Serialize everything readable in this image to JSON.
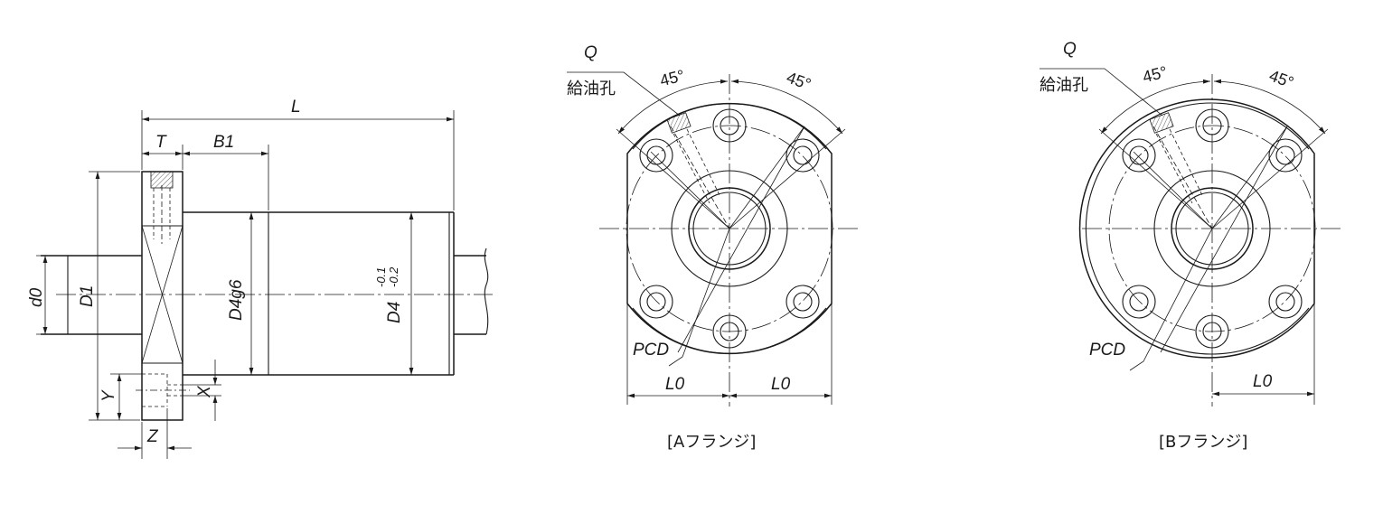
{
  "side_view": {
    "label_L": "L",
    "label_T": "T",
    "label_B1": "B1",
    "label_d0": "d0",
    "label_D1": "D1",
    "label_D4g6": "D4g6",
    "label_D4": "D4",
    "tol_upper": "-0.1",
    "tol_lower": "-0.2",
    "label_X": "X",
    "label_Y": "Y",
    "label_Z": "Z"
  },
  "flange_a": {
    "label_Q": "Q",
    "oil_hole": "給油孔",
    "angle_1": "45°",
    "angle_2": "45°",
    "label_PCD": "PCD",
    "label_L0_left": "L0",
    "label_L0_right": "L0",
    "caption": "[Aフランジ]"
  },
  "flange_b": {
    "label_Q": "Q",
    "oil_hole": "給油孔",
    "angle_1": "45°",
    "angle_2": "45°",
    "label_PCD": "PCD",
    "label_L0": "L0",
    "caption": "[Bフランジ]"
  }
}
